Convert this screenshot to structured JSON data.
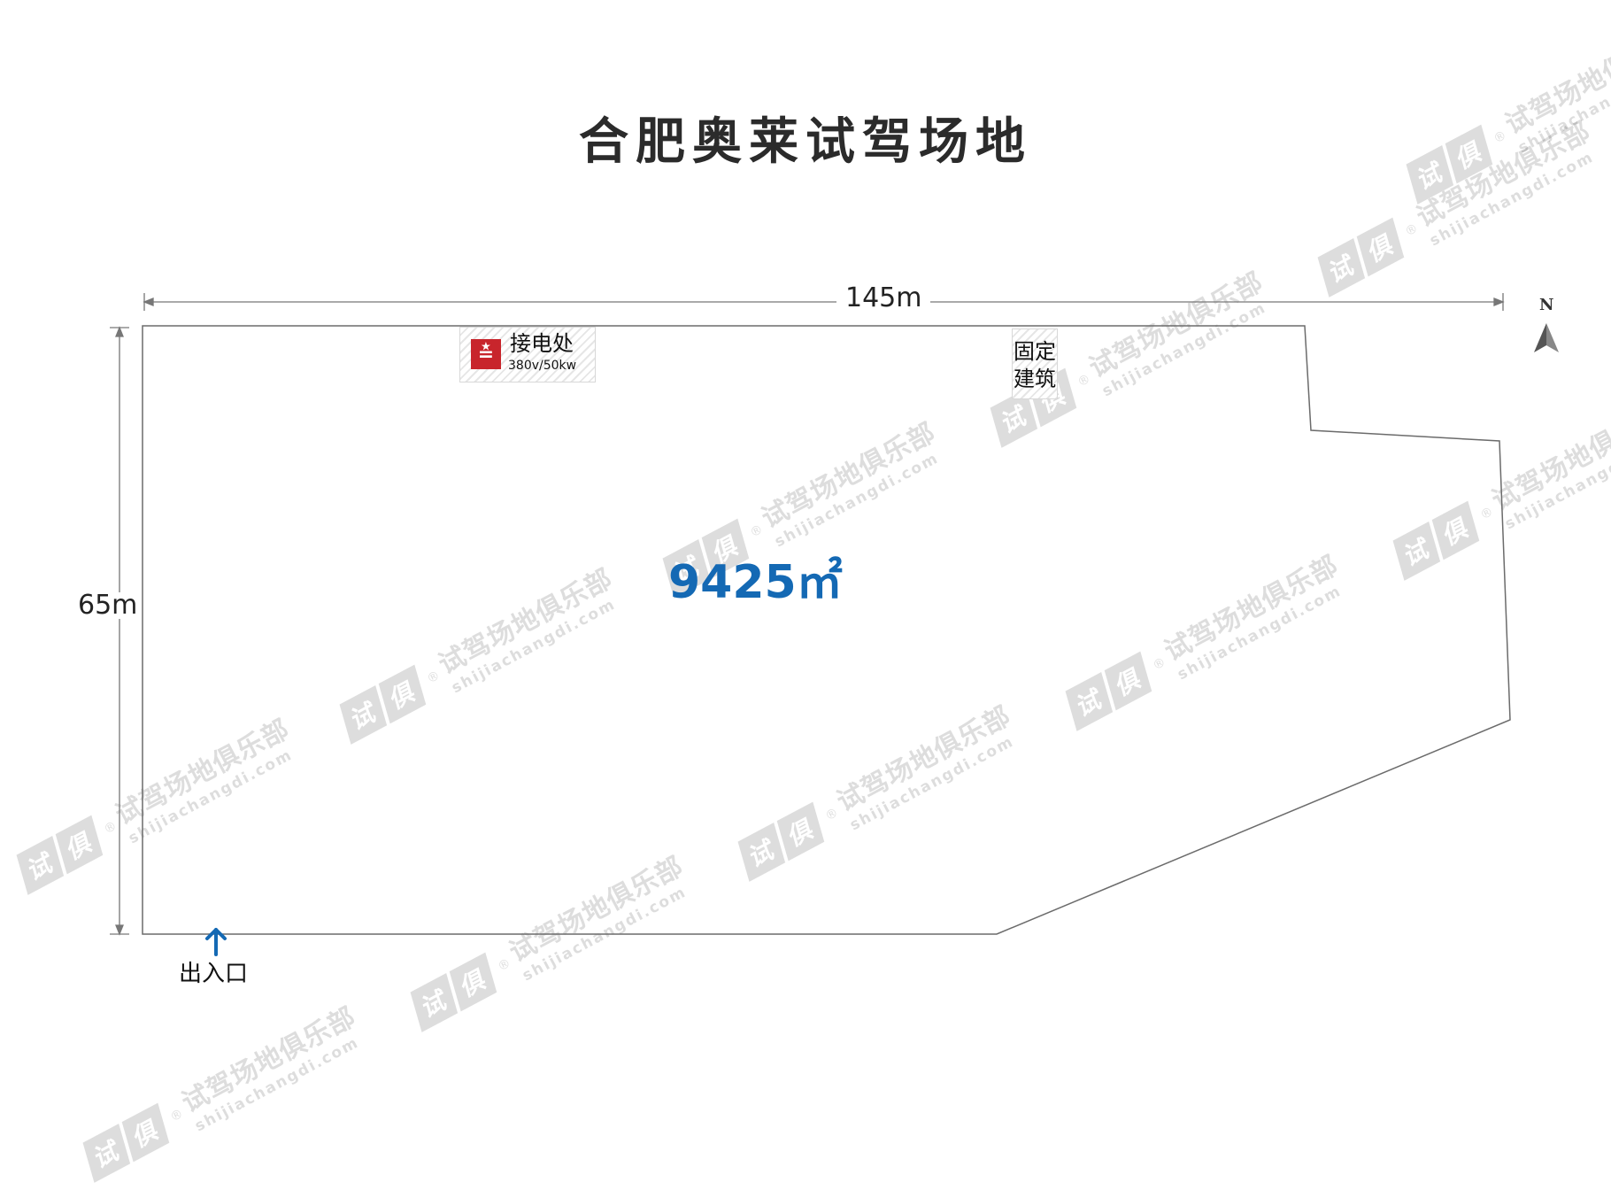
{
  "title": "合肥奥莱试驾场地",
  "dimensions": {
    "width": "145m",
    "height": "65m"
  },
  "area": "9425㎡",
  "power_point": {
    "label": "接电处",
    "spec": "380v/50kw",
    "icon": "power-outlet-icon"
  },
  "fixed_building": {
    "line1": "固定",
    "line2": "建筑"
  },
  "entrance": {
    "label": "出入口",
    "icon": "arrow-up-icon"
  },
  "compass": {
    "label": "N",
    "icon": "north-arrow-icon"
  },
  "watermark": {
    "logo_chars": [
      "试",
      "俱"
    ],
    "text": "试驾场地俱乐部",
    "url": "shijiachangdi.com",
    "reg": "®"
  },
  "colors": {
    "accent_blue": "#1469b4",
    "power_red": "#c8252c",
    "outline": "#6b6b6b",
    "title": "#2b2b2b"
  }
}
